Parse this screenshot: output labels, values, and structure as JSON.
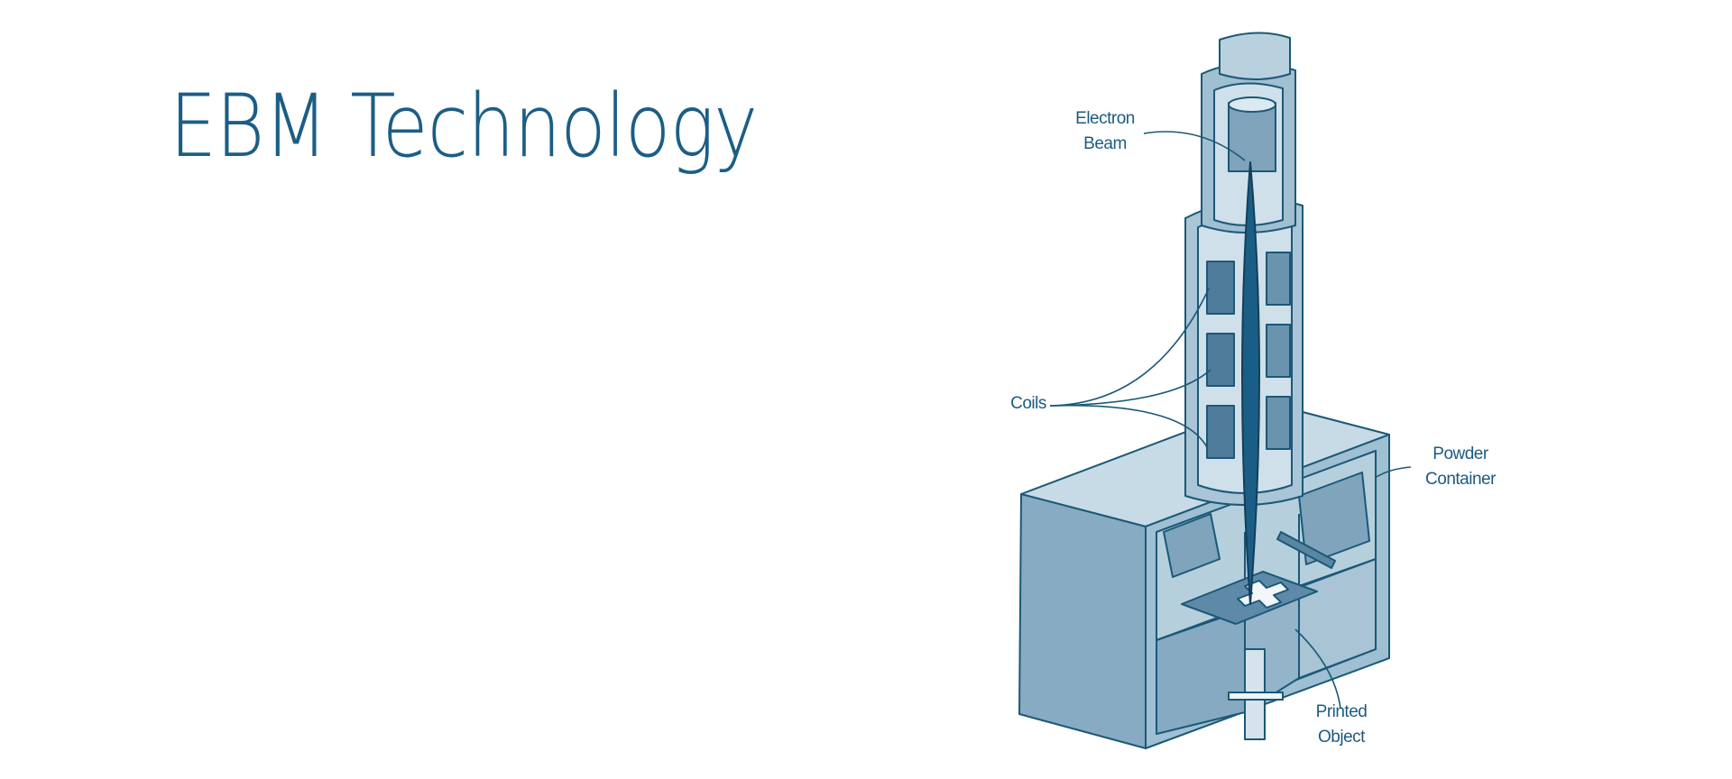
{
  "title": "EBM Technology",
  "labels": {
    "electron_beam": [
      "Electron",
      "Beam"
    ],
    "coils": "Coils",
    "powder_container": [
      "Powder",
      "Container"
    ],
    "printed_object": [
      "Printed",
      "Object"
    ]
  },
  "colors": {
    "title": "#1b5e85",
    "stroke": "#1b5877",
    "light": "#b3cddb",
    "mid": "#85a9c0",
    "dark": "#5e8aa7",
    "beam": "#1b5e85"
  }
}
